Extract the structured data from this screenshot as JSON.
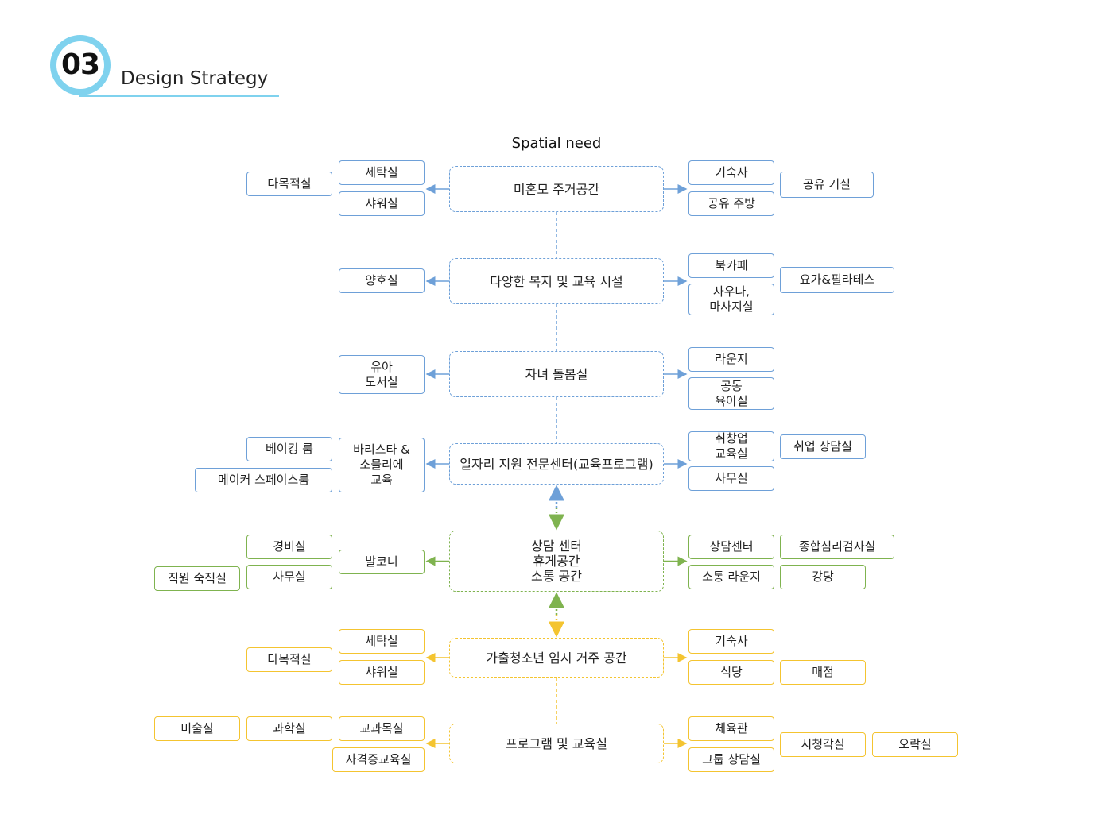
{
  "header": {
    "number": "03",
    "title": "Design Strategy"
  },
  "diagram": {
    "title": "Spatial need",
    "colors": {
      "blue": "#6ea0d8",
      "green": "#7fb34f",
      "yellow": "#f4c430"
    },
    "rows": [
      {
        "main": "미혼모 주거공간",
        "color": "blue",
        "left": [
          "세탁실",
          "샤워실",
          "다목적실"
        ],
        "right": [
          "기숙사",
          "공유 주방",
          "공유 거실"
        ]
      },
      {
        "main": "다양한 복지 및 교육 시설",
        "color": "blue",
        "left": [
          "양호실"
        ],
        "right": [
          "북카페",
          "사우나,\n마사지실",
          "요가&필라테스"
        ]
      },
      {
        "main": "자녀 돌봄실",
        "color": "blue",
        "left": [
          "유아\n도서실"
        ],
        "right": [
          "라운지",
          "공동\n육아실"
        ]
      },
      {
        "main": "일자리 지원 전문센터(교육프로그램)",
        "color": "blue",
        "left": [
          "바리스타 &\n소믈리에\n교육",
          "베이킹 룸",
          "메이커 스페이스룸"
        ],
        "right": [
          "취창업\n교육실",
          "사무실",
          "취업 상담실"
        ]
      },
      {
        "main": "상담 센터\n휴게공간\n소통 공간",
        "color": "green",
        "left": [
          "발코니",
          "경비실",
          "사무실",
          "직원 숙직실"
        ],
        "right": [
          "상담센터",
          "소통 라운지",
          "종합심리검사실",
          "강당"
        ]
      },
      {
        "main": "가출청소년 임시 거주 공간",
        "color": "yellow",
        "left": [
          "세탁실",
          "샤워실",
          "다목적실"
        ],
        "right": [
          "기숙사",
          "식당",
          "매점"
        ]
      },
      {
        "main": "프로그램 및 교육실",
        "color": "yellow",
        "left": [
          "교과목실",
          "자격증교육실",
          "과학실",
          "미술실"
        ],
        "right": [
          "체육관",
          "그룹 상담실",
          "시청각실",
          "오락실"
        ]
      }
    ]
  }
}
